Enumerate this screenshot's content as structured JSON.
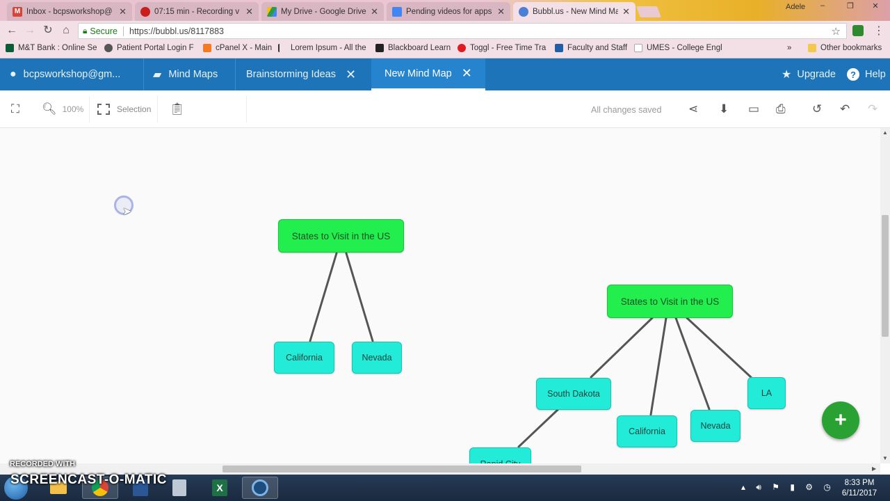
{
  "browser": {
    "tabs": [
      {
        "title": "Inbox - bcpsworkshop@",
        "icon": "gmail-icon",
        "color": "#d44638",
        "glyph": "M"
      },
      {
        "title": "07:15 min - Recording v",
        "icon": "record-icon",
        "color": "#cc1d1d",
        "glyph": "●"
      },
      {
        "title": "My Drive - Google Drive",
        "icon": "drive-icon",
        "color": "#2d9b4f",
        "glyph": "▲"
      },
      {
        "title": "Pending videos for apps",
        "icon": "docs-icon",
        "color": "#4285f4",
        "glyph": "≡"
      },
      {
        "title": "Bubbl.us - New Mind Ma",
        "icon": "bubbl-icon",
        "color": "#4a7fd6",
        "glyph": "◉"
      }
    ],
    "close_glyph": "✕",
    "profile": "Adele",
    "window_min": "–",
    "window_max": "❐",
    "window_close": "✕",
    "secure_label": "Secure",
    "url": "https://bubbl.us/8117883",
    "bookmarks": [
      {
        "label": "M&T Bank : Online Se",
        "color": "#0a5c36"
      },
      {
        "label": "Patient Portal Login F",
        "color": "#333"
      },
      {
        "label": "cPanel X - Main",
        "color": "#f47b20"
      },
      {
        "label": "Lorem Ipsum - All the",
        "color": "#333"
      },
      {
        "label": "Blackboard Learn",
        "color": "#222"
      },
      {
        "label": "Toggl - Free Time Tra",
        "color": "#e01b22"
      },
      {
        "label": "Faculty and Staff",
        "color": "#1f5fa8"
      },
      {
        "label": "UMES - College Engl",
        "color": "#888"
      }
    ],
    "bookmarks_more": "»",
    "other_bookmarks": "Other bookmarks"
  },
  "app": {
    "user": "bcpsworkshop@gm...",
    "tabs": [
      {
        "label": "Mind Maps"
      },
      {
        "label": "Brainstorming Ideas"
      },
      {
        "label": "New Mind Map"
      }
    ],
    "upgrade": "Upgrade",
    "help": "Help"
  },
  "toolbar": {
    "zoom": "100%",
    "selection": "Selection",
    "status": "All changes saved"
  },
  "mindmap": {
    "root1": "States to Visit in the US",
    "root1_children": [
      "California",
      "Nevada"
    ],
    "root2": "States to Visit in the US",
    "root2_children": [
      "South Dakota",
      "California",
      "Nevada",
      "LA"
    ],
    "grandchild": "Rapid City"
  },
  "taskbar": {
    "time": "8:33 PM",
    "date": "6/11/2017"
  },
  "watermark": {
    "line1": "RECORDED WITH",
    "line2": "SCREENCAST-O-MATIC"
  }
}
